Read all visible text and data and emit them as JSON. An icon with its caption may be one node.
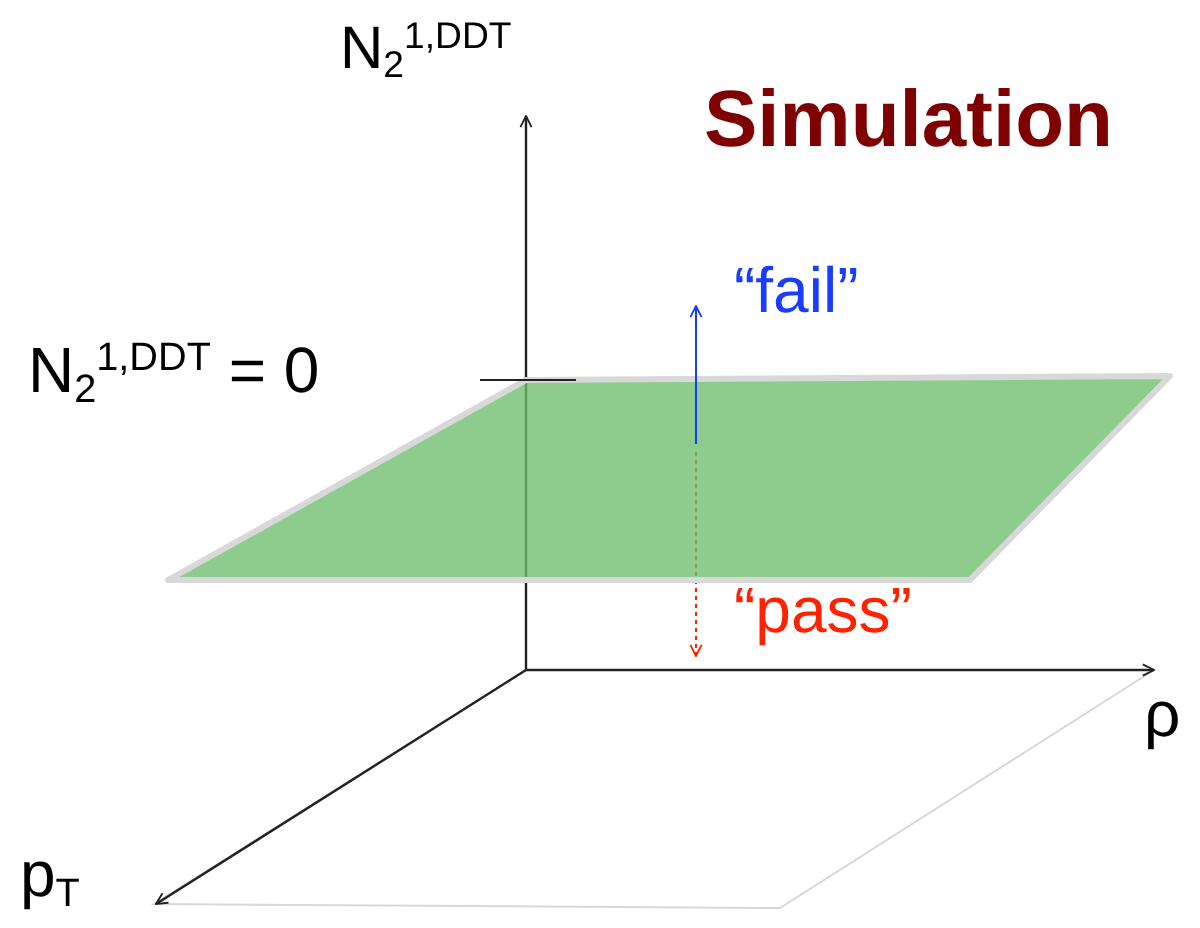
{
  "diagram": {
    "title": "Simulation",
    "labels": [
      "N$_{2}$$^{1,DDT}$",
      "N$_{2}$$^{1,DDT}$ = 0",
      "“fail”",
      "“pass”",
      "ρ",
      "p$_{T}$"
    ]
  }
}
